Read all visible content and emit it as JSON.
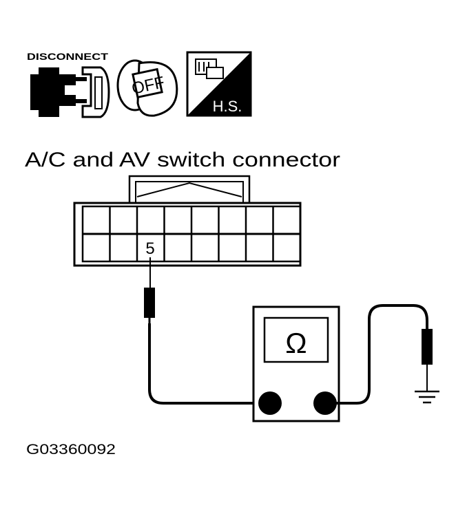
{
  "icons": {
    "disconnect_label": "DISCONNECT",
    "ignition_label": "OFF",
    "hs_label": "H.S."
  },
  "title": "A/C and AV switch connector",
  "connector": {
    "top_row_count": 8,
    "bottom_row_count": 8,
    "terminal_label": "5"
  },
  "meter": {
    "symbol": "Ω"
  },
  "figure_code": "G03360092",
  "colors": {
    "ink": "#000000",
    "paper": "#ffffff"
  }
}
